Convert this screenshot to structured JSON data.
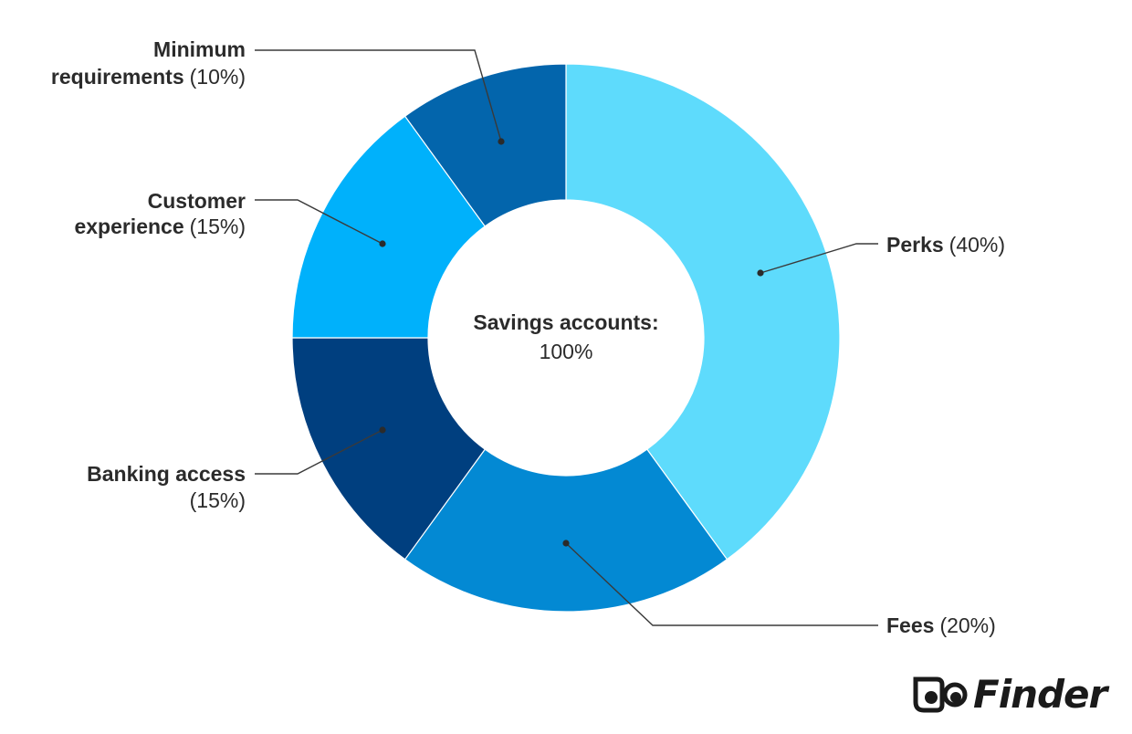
{
  "chart_data": {
    "type": "pie",
    "subtype": "donut",
    "center_label": {
      "title": "Savings accounts:",
      "value": "100%"
    },
    "slices": [
      {
        "name": "Perks",
        "pct_label": "(40%)",
        "value": 40,
        "color": "#5EDBFC"
      },
      {
        "name": "Fees",
        "pct_label": "(20%)",
        "value": 20,
        "color": "#0389D3"
      },
      {
        "name": "Banking access",
        "pct_label": "(15%)",
        "value": 15,
        "color": "#003F7F"
      },
      {
        "name": "Customer experience",
        "pct_label": "(15%)",
        "value": 15,
        "color": "#00B1FB"
      },
      {
        "name": "Minimum requirements",
        "pct_label": "(10%)",
        "value": 10,
        "color": "#0365AC"
      }
    ],
    "label_lines": [
      [
        "Perks (40%)"
      ],
      [
        "Fees (20%)"
      ],
      [
        "Banking access",
        "(15%)"
      ],
      [
        "Customer",
        "experience (15%)"
      ],
      [
        "Minimum",
        "requirements (10%)"
      ]
    ]
  },
  "brand": {
    "name": "Finder",
    "icon": "finder-eyes-logo-icon"
  }
}
